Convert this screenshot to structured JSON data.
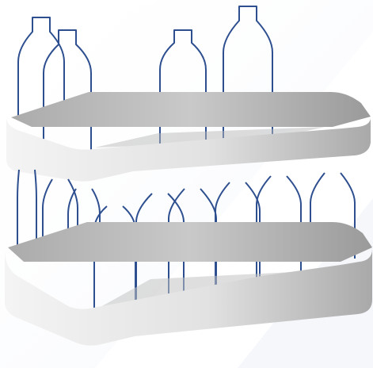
{
  "illustration": {
    "subject": "two-tier-bottle-rack",
    "colors": {
      "bottle_outline": "#2e4f8f",
      "tray_light": "#f7f7f7",
      "tray_mid": "#d9d9d9",
      "tray_dark": "#9e9e9e",
      "tray_inner": "#c4c4c4",
      "background_accent": "#eef1f6"
    },
    "tiers": [
      {
        "name": "upper-tray",
        "bottle_count": 4
      },
      {
        "name": "lower-tray",
        "bottle_count": 9
      }
    ]
  }
}
